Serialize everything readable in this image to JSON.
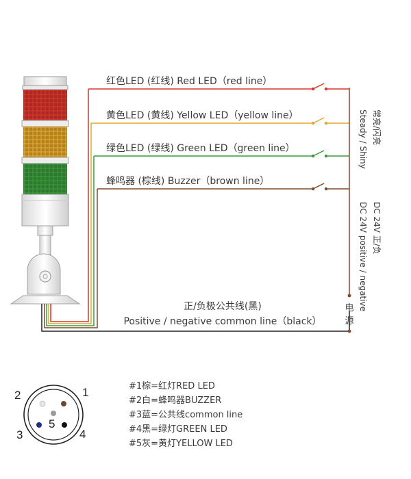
{
  "lines": {
    "red": {
      "label": "红色LED (红线) Red LED（red line）",
      "color": "#d9362b"
    },
    "yellow": {
      "label": "黄色LED (黄线) Yellow LED（yellow line）",
      "color": "#e3a72b"
    },
    "green": {
      "label": "绿色LED (绿线) Green LED（green line）",
      "color": "#3b9a3c"
    },
    "brown": {
      "label": "蜂鸣器 (棕线) Buzzer（brown line）",
      "color": "#7a4a2a"
    }
  },
  "common": {
    "label_cn": "正/负极公共线(黑)",
    "label_en": "Positive / negative common line（black）",
    "color": "#222222"
  },
  "side": {
    "steady_cn": "常亮/闪亮",
    "steady_en": "Steady / Shiny",
    "dc_cn": "DC 24V 正/负",
    "dc_en": "DC 24V positive / negative",
    "power_char1": "电",
    "power_char2": "源"
  },
  "connector": {
    "pins": [
      {
        "num": "1",
        "color": "#6b4a2c"
      },
      {
        "num": "2",
        "color": "#e6e6e6"
      },
      {
        "num": "3",
        "color": "#1f2f8a"
      },
      {
        "num": "4",
        "color": "#111111"
      },
      {
        "num": "5",
        "color": "#9a9a9a"
      }
    ],
    "legend": [
      "#1棕=红灯RED LED",
      "#2白=蜂鸣器BUZZER",
      "#3蓝=公共线common line",
      "#4黑=绿灯GREEN LED",
      "#5灰=黄灯YELLOW LED"
    ]
  }
}
